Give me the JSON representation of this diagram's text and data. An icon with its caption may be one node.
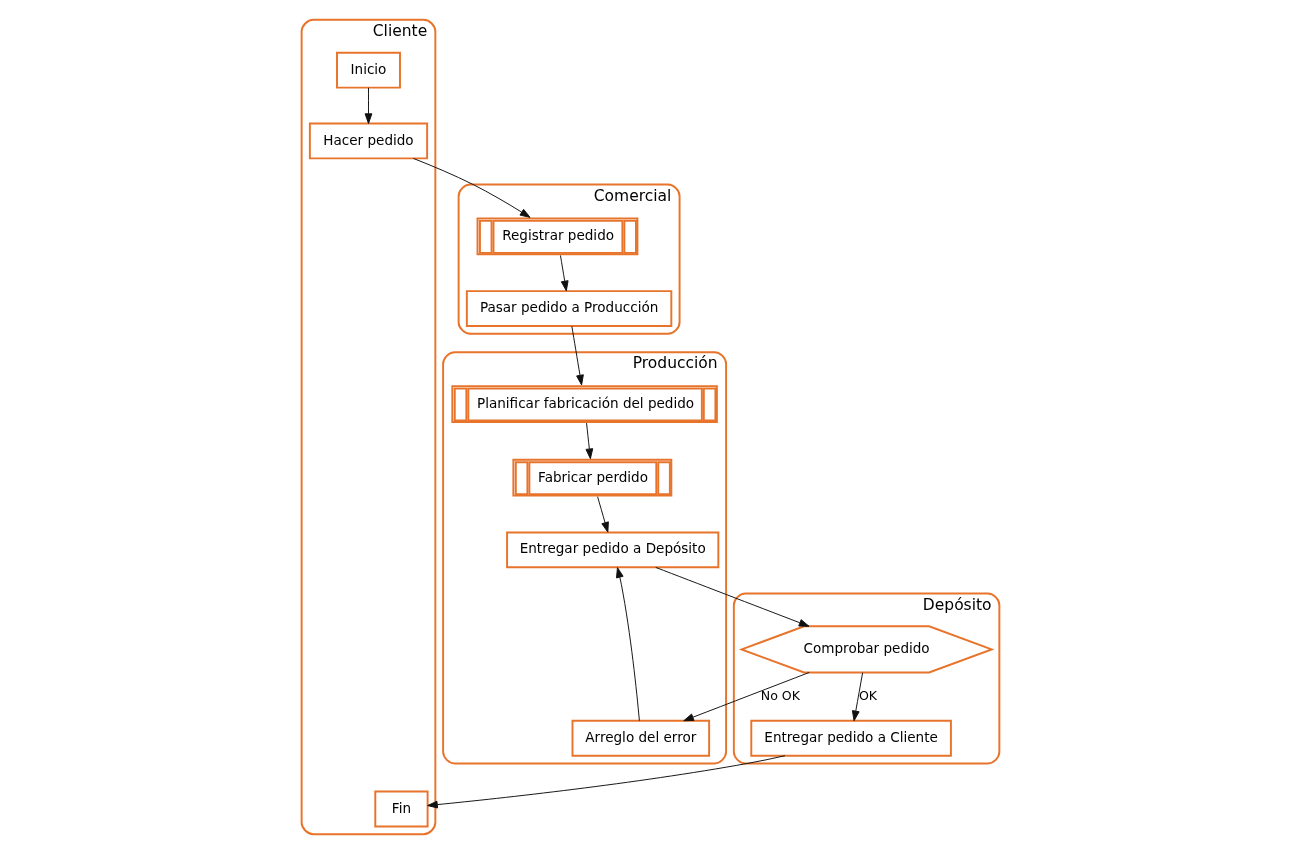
{
  "diagram": {
    "nodes": [
      {
        "text": [
          "Cliente"
        ]
      },
      {
        "text": [
          "Inicio"
        ],
        "in": 0
      },
      {
        "text": [
          "Hacer pedido"
        ],
        "in": 0
      },
      {
        "text": [
          "Fin"
        ],
        "in": 0
      },
      {
        "text": [
          "Depósito"
        ]
      },
      {
        "text": [
          "Entregar pedido a Cliente"
        ],
        "in": 4
      },
      {
        "text": [
          "Comprobar pedido"
        ],
        "in": 4
      },
      {
        "text": [
          "Comercial"
        ]
      },
      {
        "text": [
          "Registrar pedido"
        ],
        "in": 7
      },
      {
        "text": [
          "Pasar pedido a Producción"
        ],
        "in": 7
      },
      {
        "text": [
          "Producción"
        ]
      },
      {
        "text": [
          "Planificar fabricación del pedido"
        ],
        "in": 10
      },
      {
        "text": [
          "Fabricar perdido"
        ],
        "in": 10
      },
      {
        "text": [
          "Entregar pedido a Depósito"
        ],
        "in": 10
      },
      {
        "text": [
          "Arreglo del error"
        ],
        "in": 10
      }
    ],
    "edges": [
      {
        "from": 1,
        "to": 2,
        "arrow": "to"
      },
      {
        "from": 2,
        "to": 8,
        "arrow": "to"
      },
      {
        "from": 8,
        "to": 9,
        "arrow": "to"
      },
      {
        "from": 9,
        "to": 11,
        "arrow": "to"
      },
      {
        "from": 11,
        "to": 12,
        "arrow": "to"
      },
      {
        "from": 12,
        "to": 13,
        "arrow": "to"
      },
      {
        "from": 13,
        "to": 6,
        "arrow": "to"
      },
      {
        "from": 6,
        "to": 5,
        "arrow": "to",
        "label": "OK"
      },
      {
        "from": 5,
        "to": 3,
        "arrow": "to"
      },
      {
        "from": 6,
        "to": 14,
        "arrow": "to",
        "label": "No OK"
      },
      {
        "from": 14,
        "to": 13,
        "arrow": "to"
      }
    ]
  }
}
